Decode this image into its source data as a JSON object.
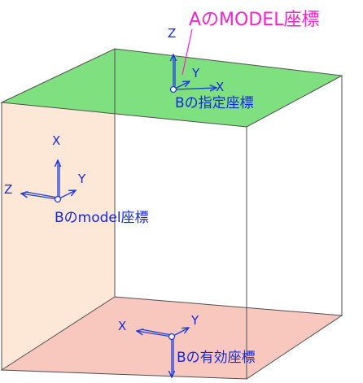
{
  "colors": {
    "top_face": "#7fe07f",
    "left_face": "#fde7d6",
    "bottom_face": "#f8c8bf",
    "edge": "#505050",
    "axis": "#1e3cdc",
    "label_blue": "#1428e0",
    "label_magenta": "#ff1ecf"
  },
  "labels": {
    "a_model": "AのMODEL座標",
    "b_specified": "Bの指定座標",
    "b_model": "Bのmodel座標",
    "b_effective": "Bの有効座標"
  },
  "axes": {
    "z": "Z",
    "y": "Y",
    "x": "X"
  }
}
